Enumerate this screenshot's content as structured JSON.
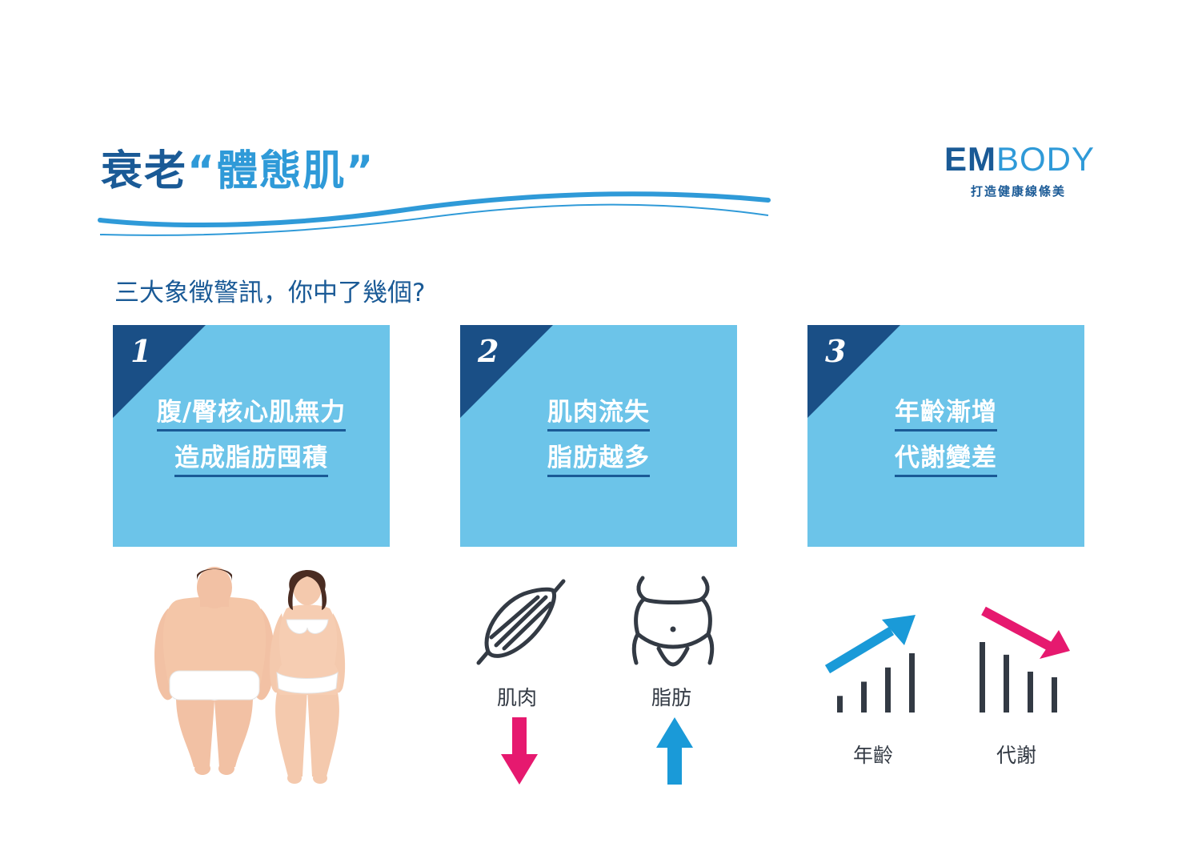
{
  "header": {
    "title_prefix": "衰老",
    "title_open_quote": "“",
    "title_accent": "體態肌",
    "title_close_quote": "”",
    "brand_em": "EM",
    "brand_body": "BODY",
    "slogan": "打造健康線條美"
  },
  "subtitle": "三大象徵警訊，你中了幾個?",
  "cards": [
    {
      "number": "1",
      "line1": "腹/臀核心肌無力",
      "line2": "造成脂肪囤積"
    },
    {
      "number": "2",
      "line1": "肌肉流失",
      "line2": "脂肪越多"
    },
    {
      "number": "3",
      "line1": "年齡漸增",
      "line2": "代謝變差"
    }
  ],
  "illustrations": {
    "muscle_label": "肌肉",
    "fat_label": "脂肪",
    "age_label": "年齡",
    "metabolism_label": "代謝",
    "age_bars": [
      0.28,
      0.52,
      0.76,
      1.0
    ],
    "metabolism_bars": [
      1.0,
      0.82,
      0.58,
      0.5
    ]
  },
  "colors": {
    "navy": "#1a5a96",
    "sky": "#2f9ad8",
    "card": "#6cc4e9",
    "corner": "#1a4f86",
    "pink": "#e6196f",
    "arrow_blue": "#1a9ad8",
    "icon": "#333a44"
  }
}
